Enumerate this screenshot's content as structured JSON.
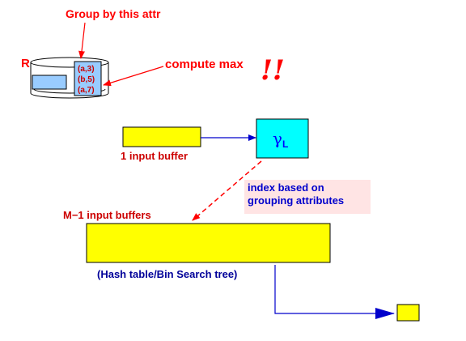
{
  "relation": {
    "name": "R",
    "tuples": [
      "(a,3)",
      "(b,5)",
      "(a,7)"
    ]
  },
  "labels": {
    "group_by": "Group by this attr",
    "compute_max": "compute max",
    "exclaim": "!!",
    "input_buffer": "1 input buffer",
    "gamma_symbol": "γ",
    "gamma_subscript": "L",
    "m1_buffers": "M−1 input buffers",
    "hash_table": "(Hash table/Bin Search tree)"
  },
  "note": {
    "line1": "index based on",
    "line2": "grouping attributes"
  },
  "colors": {
    "buffer_fill": "#ffff00",
    "operator_fill": "#00ffff",
    "label_red": "#ff0000",
    "label_blue": "#0000ff",
    "note_bg": "#ffe4e4",
    "column_fill": "#99ccff"
  }
}
